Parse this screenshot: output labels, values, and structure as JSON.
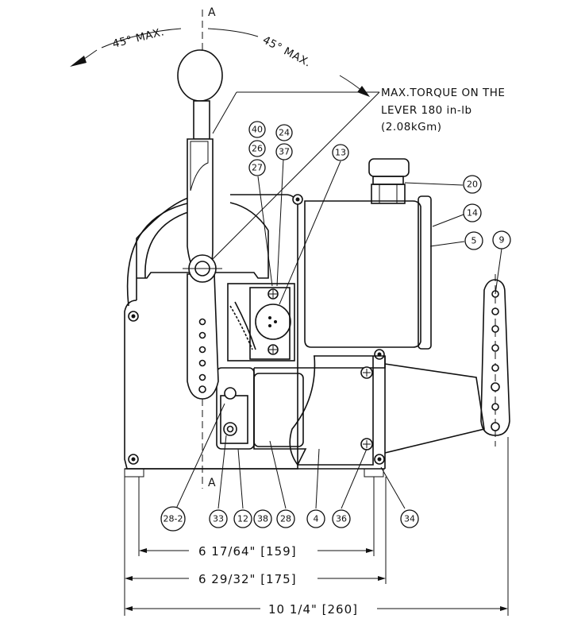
{
  "section_marks": {
    "top": "A",
    "bottom": "A"
  },
  "angles": {
    "left": "45° MAX.",
    "right": "45° MAX."
  },
  "torque_note": {
    "line1": "MAX.TORQUE ON THE",
    "line2": "LEVER 180 in-lb",
    "line3": "(2.08kGm)"
  },
  "dimensions": {
    "inner": "6 17/64\" [159]",
    "middle": "6 29/32\" [175]",
    "overall": "10 1/4\" [260]"
  },
  "part_labels": {
    "p40": "40",
    "p26": "26",
    "p27": "27",
    "p24": "24",
    "p37": "37",
    "p13": "13",
    "p20": "20",
    "p14": "14",
    "p5": "5",
    "p9": "9",
    "p28_2": "28-2",
    "p33": "33",
    "p12": "12",
    "p38": "38",
    "p28": "28",
    "p4": "4",
    "p36": "36",
    "p34": "34"
  }
}
